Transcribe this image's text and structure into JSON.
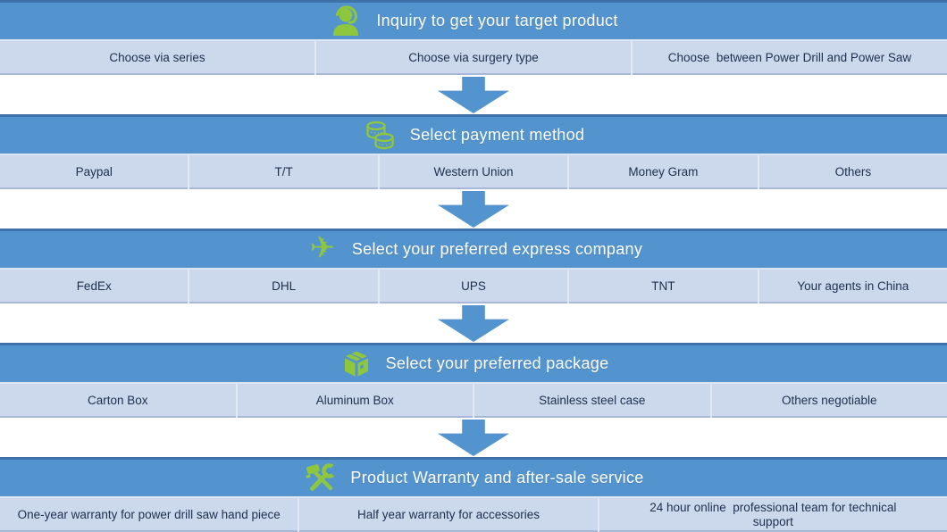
{
  "palette": {
    "header_bg": "#5494ce",
    "header_border": "#3f73a8",
    "row_bg": "#ccd9ec",
    "row_divider": "#e0e9f5",
    "row_text": "#1e2f4e",
    "icon_green": "#8ec63e",
    "arrow_blue": "#5494ce"
  },
  "sections": [
    {
      "title": "Inquiry to get your target product",
      "icon": "support-agent-icon",
      "options": [
        "Choose via series",
        "Choose via surgery type",
        "Choose  between Power Drill and Power Saw"
      ]
    },
    {
      "title": "Select payment method",
      "icon": "coins-icon",
      "options": [
        "Paypal",
        "T/T",
        "Western Union",
        "Money Gram",
        "Others"
      ]
    },
    {
      "title": "Select your preferred express company",
      "icon": "airplane-icon",
      "icon_glyph": "✈",
      "options": [
        "FedEx",
        "DHL",
        "UPS",
        "TNT",
        "Your agents in China"
      ]
    },
    {
      "title": "Select your preferred package",
      "icon": "package-box-icon",
      "options": [
        "Carton Box",
        "Aluminum Box",
        "Stainless steel case",
        "Others negotiable"
      ]
    },
    {
      "title": "Product Warranty and after-sale service",
      "icon": "tools-icon",
      "options": [
        "One-year warranty for power drill saw hand piece",
        "Half year warranty for accessories",
        "24 hour online  professional team for technical support"
      ]
    }
  ]
}
